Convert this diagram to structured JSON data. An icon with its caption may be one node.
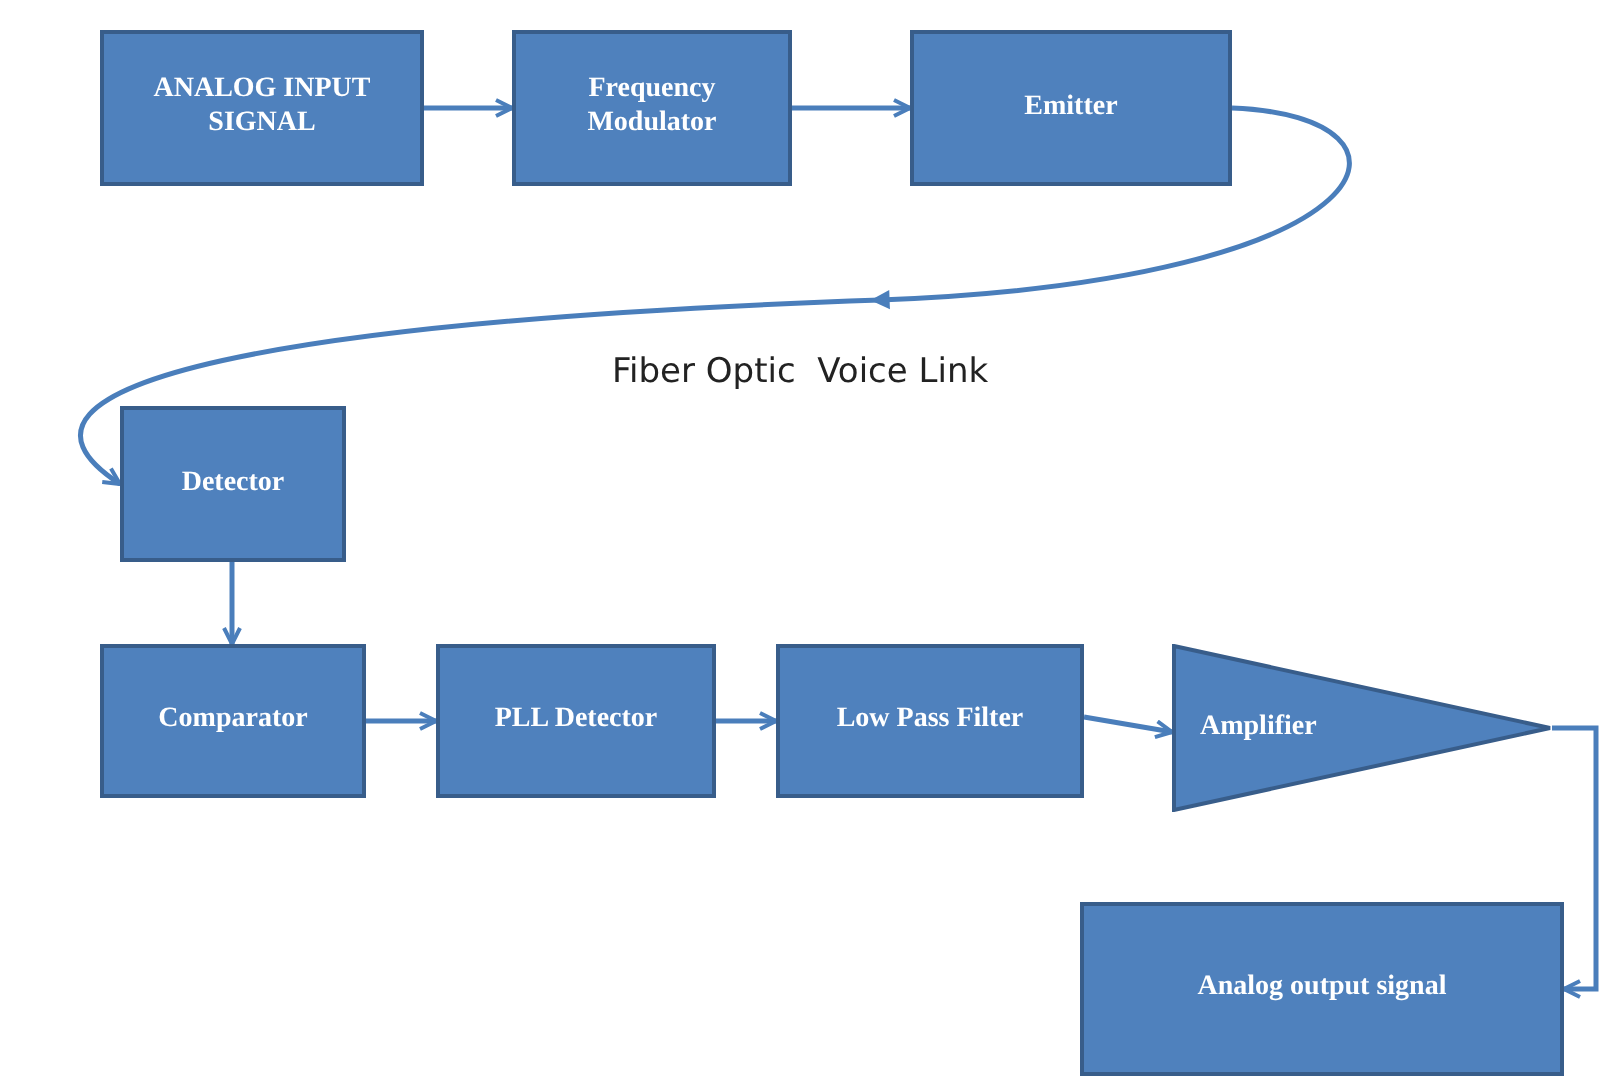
{
  "diagram": {
    "nodes": [
      {
        "text": [
          "ANALOG INPUT SIGNAL"
        ]
      },
      {
        "text": [
          "Frequency Modulator"
        ]
      },
      {
        "text": [
          "Emitter"
        ]
      },
      {
        "text": [
          "Detector"
        ]
      },
      {
        "text": [
          "Comparator"
        ]
      },
      {
        "text": [
          "PLL Detector"
        ]
      },
      {
        "text": [
          "Low Pass Filter"
        ]
      },
      {
        "text": [
          "Amplifier"
        ]
      },
      {
        "text": [
          "Analog output signal"
        ]
      }
    ],
    "edges": [
      {
        "from": 0,
        "to": 1,
        "arrow": "to"
      },
      {
        "from": 1,
        "to": 2,
        "arrow": "to"
      },
      {
        "from": 2,
        "to": 3,
        "arrow": "to"
      },
      {
        "from": 3,
        "to": 4,
        "arrow": "to"
      },
      {
        "from": 4,
        "to": 5,
        "arrow": "to"
      },
      {
        "from": 5,
        "to": 6,
        "arrow": "to"
      },
      {
        "from": 6,
        "to": 7,
        "arrow": "to"
      },
      {
        "from": 7,
        "to": 8,
        "arrow": "to"
      }
    ],
    "labels": [
      "Fiber Optic  Voice Link"
    ]
  }
}
